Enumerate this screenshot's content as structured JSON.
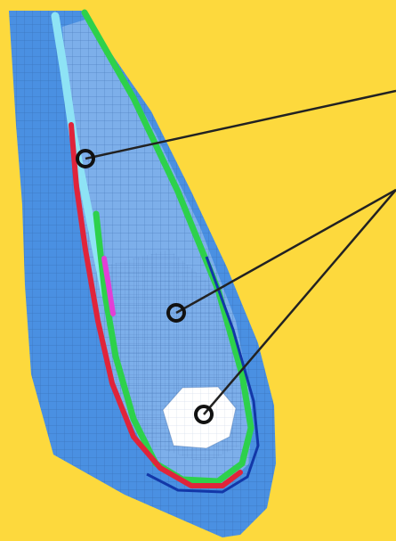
{
  "background_color": "#FDD93D",
  "mesh": {
    "outer_color": "#4A90E2",
    "inner_color": "#A7C8F0",
    "grid_color": "#2E5C9E",
    "cyan_strip_color": "#8EE3F5",
    "green_band_color": "#2DD14B",
    "dark_blue_band_color": "#1237A8",
    "red_band_color": "#E0243A",
    "magenta_band_color": "#E23FD6",
    "white_region_color": "#FFFFFF"
  },
  "callouts": {
    "line_color": "#222222",
    "marker_stroke_color": "#111111",
    "items": [
      {
        "name": "band-marker"
      },
      {
        "name": "core-marker"
      },
      {
        "name": "hole-marker"
      }
    ]
  }
}
